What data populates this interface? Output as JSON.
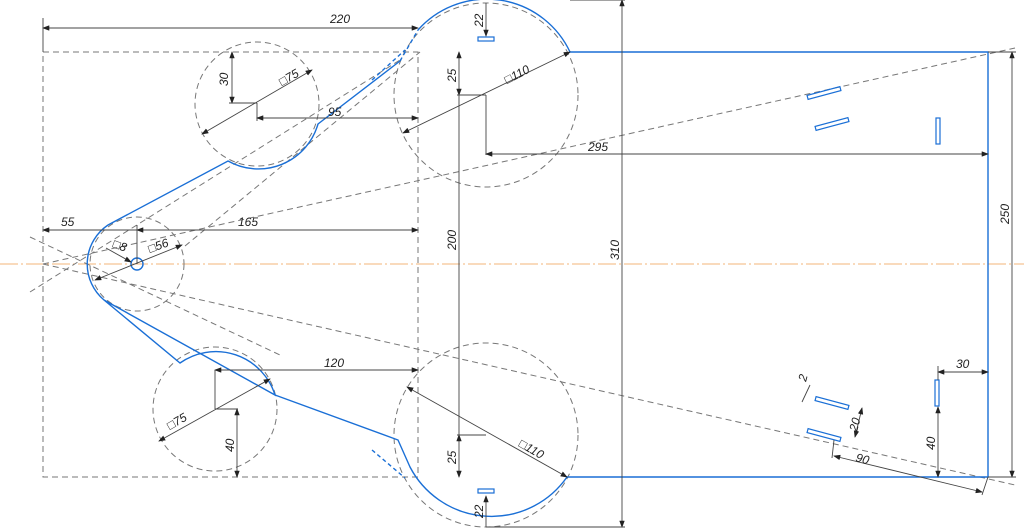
{
  "drawing": {
    "dimensions": {
      "d220": "220",
      "d22_top": "22",
      "d30": "30",
      "dia75_top": "□75",
      "d25_top": "25",
      "dia110_top": "□110",
      "d95": "95",
      "d295": "295",
      "d55": "55",
      "d165": "165",
      "dia8": "□8",
      "dia56": "□56",
      "d200": "200",
      "d310": "310",
      "d250": "250",
      "d120": "120",
      "dia75_bot": "□75",
      "d40_left": "40",
      "d25_bot": "25",
      "dia110_bot": "□110",
      "d22_bot": "22",
      "d2": "2",
      "d20": "20",
      "d90": "90",
      "d40_right": "40",
      "d30_right": "30"
    },
    "colors": {
      "outline": "#1a6fd6",
      "centerline": "#f3b47a",
      "construction": "#777777"
    }
  }
}
